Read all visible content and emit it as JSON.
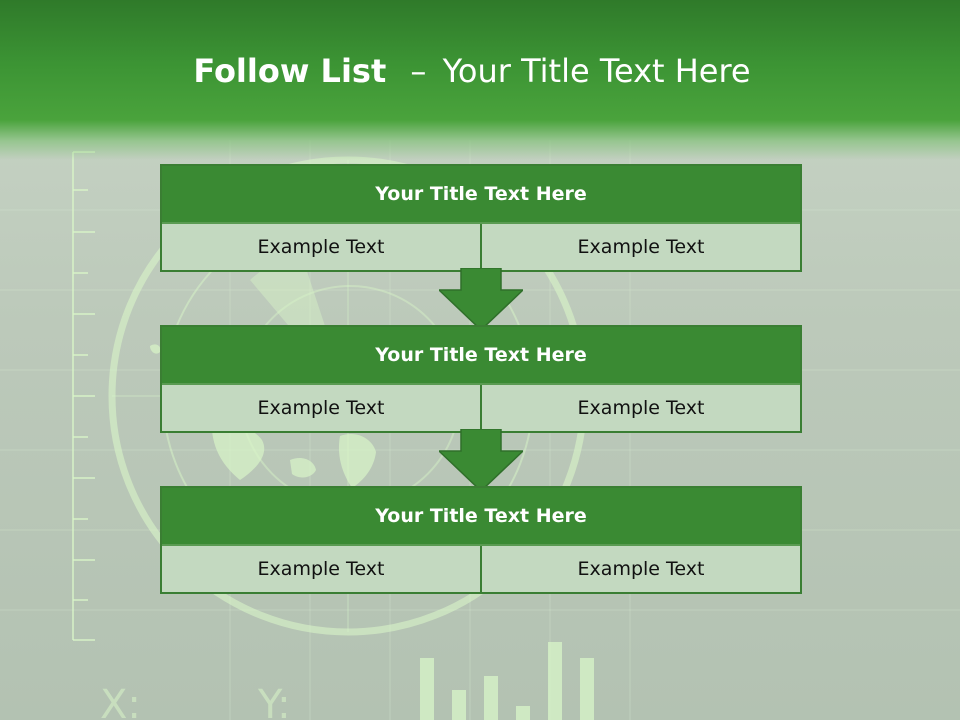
{
  "slide": {
    "title_bold": "Follow List",
    "title_sep": "–",
    "title_rest": "Your Title Text Here"
  },
  "panels": [
    {
      "heading": "Your Title Text Here",
      "cells": [
        "Example Text",
        "Example Text"
      ]
    },
    {
      "heading": "Your Title Text Here",
      "cells": [
        "Example Text",
        "Example Text"
      ]
    },
    {
      "heading": "Your Title Text Here",
      "cells": [
        "Example Text",
        "Example Text"
      ]
    }
  ],
  "background": {
    "axis_x_label": "X:",
    "axis_y_label": "Y:"
  },
  "colors": {
    "header_green": "#3c9434",
    "panel_green": "#3a8a33",
    "cell_fill": "#c3d9c0",
    "arrow_green": "#3a8a33",
    "art_glow": "#d8f5c8"
  }
}
